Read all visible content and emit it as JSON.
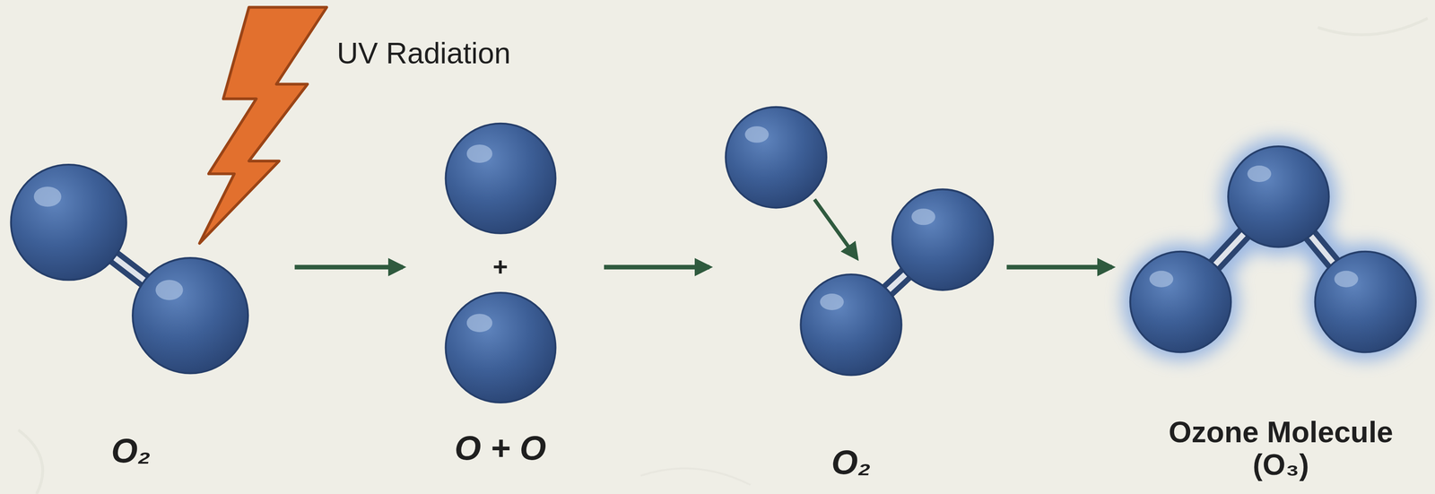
{
  "diagram": {
    "labels": [
      "UV Radiation",
      "O₂",
      "+",
      "O + O",
      "O₂",
      "Ozone Molecule (O₃)"
    ]
  }
}
